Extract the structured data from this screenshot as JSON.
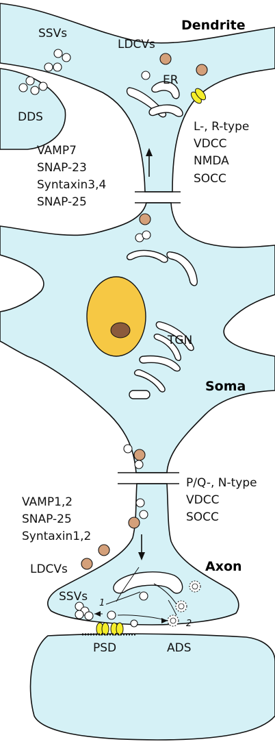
{
  "labels": {
    "dendrite": "Dendrite",
    "soma": "Soma",
    "axon": "Axon",
    "ssvs_top": "SSVs",
    "ldcvs_top": "LDCVs",
    "er": "ER",
    "dds": "DDS",
    "tgn": "TGN",
    "dendrite_snares": [
      "VAMP7",
      "SNAP-23",
      "Syntaxin3,4",
      "SNAP-25"
    ],
    "dendrite_channels": [
      "L-, R-type",
      "VDCC",
      "NMDA",
      "SOCC"
    ],
    "axon_snares": [
      "VAMP1,2",
      "SNAP-25",
      "Syntaxin1,2"
    ],
    "axon_channels": [
      "P/Q-, N-type",
      "VDCC",
      "SOCC"
    ],
    "ldcvs_bottom": "LDCVs",
    "ssvs_bottom": "SSVs",
    "path1": "1",
    "path2": "2",
    "psd": "PSD",
    "ads": "ADS"
  },
  "colors": {
    "cytoplasm": "#d5f1f6",
    "nucleus": "#f6c844",
    "nucleolus": "#8b5a3c",
    "ldcv": "#d4a07a",
    "channel": "#f5ee2a"
  }
}
